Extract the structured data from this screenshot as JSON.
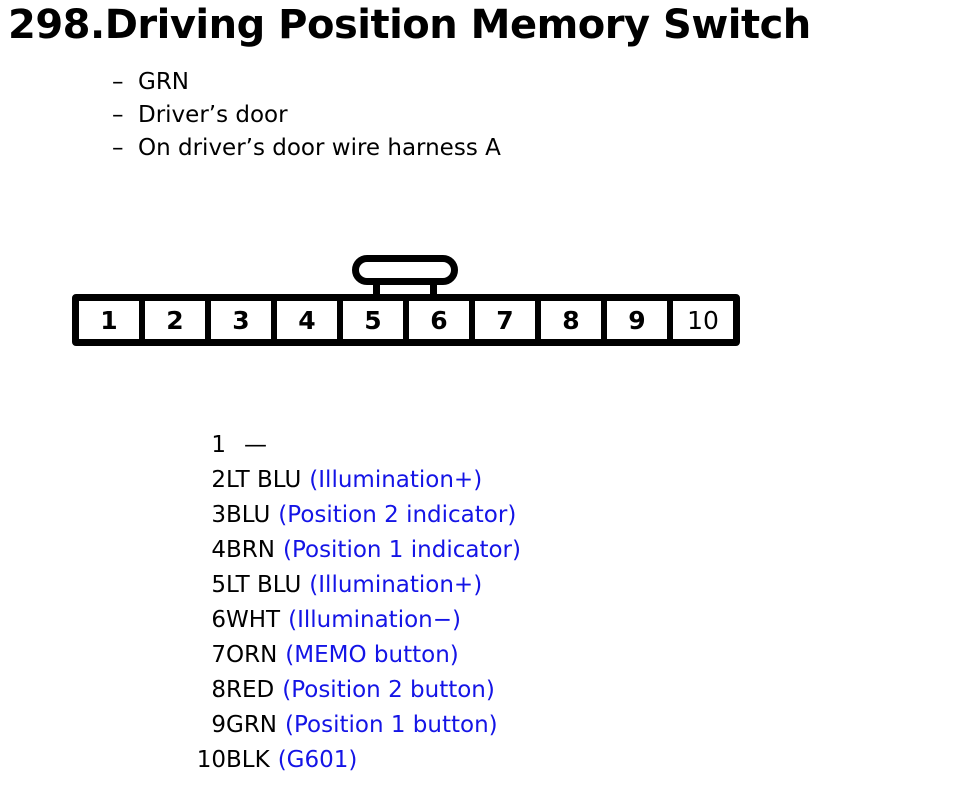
{
  "page": {
    "title": "298.Driving Position Memory Switch",
    "accent_blue": "#1414E6",
    "text_black": "#000000"
  },
  "notes": [
    {
      "dash": "–",
      "text": "GRN"
    },
    {
      "dash": "–",
      "text": "Driver’s door"
    },
    {
      "dash": "–",
      "text": "On driver’s door wire harness A"
    }
  ],
  "connector": {
    "name": "connector-10-pin",
    "latch_position": "top-center-between-5-and-6",
    "pins": [
      {
        "label": "1",
        "wide": false
      },
      {
        "label": "2",
        "wide": false
      },
      {
        "label": "3",
        "wide": false
      },
      {
        "label": "4",
        "wide": false
      },
      {
        "label": "5",
        "wide": false
      },
      {
        "label": "6",
        "wide": false
      },
      {
        "label": "7",
        "wide": false
      },
      {
        "label": "8",
        "wide": false
      },
      {
        "label": "9",
        "wide": false
      },
      {
        "label": "10",
        "wide": true
      }
    ]
  },
  "pin_assignments": [
    {
      "number": "1",
      "color": "",
      "dash": "—",
      "description": ""
    },
    {
      "number": "2",
      "color": "LT BLU",
      "dash": "",
      "description": "(Illumination+)"
    },
    {
      "number": "3",
      "color": "BLU",
      "dash": "",
      "description": "(Position 2 indicator)"
    },
    {
      "number": "4",
      "color": "BRN",
      "dash": "",
      "description": "(Position 1 indicator)"
    },
    {
      "number": "5",
      "color": "LT BLU",
      "dash": "",
      "description": "(Illumination+)"
    },
    {
      "number": "6",
      "color": "WHT",
      "dash": "",
      "description": "(Illumination−)"
    },
    {
      "number": "7",
      "color": "ORN",
      "dash": "",
      "description": "(MEMO button)"
    },
    {
      "number": "8",
      "color": "RED",
      "dash": "",
      "description": "(Position 2 button)"
    },
    {
      "number": "9",
      "color": "GRN",
      "dash": "",
      "description": "(Position 1 button)"
    },
    {
      "number": "10",
      "color": "BLK",
      "dash": "",
      "description": "(G601)"
    }
  ]
}
